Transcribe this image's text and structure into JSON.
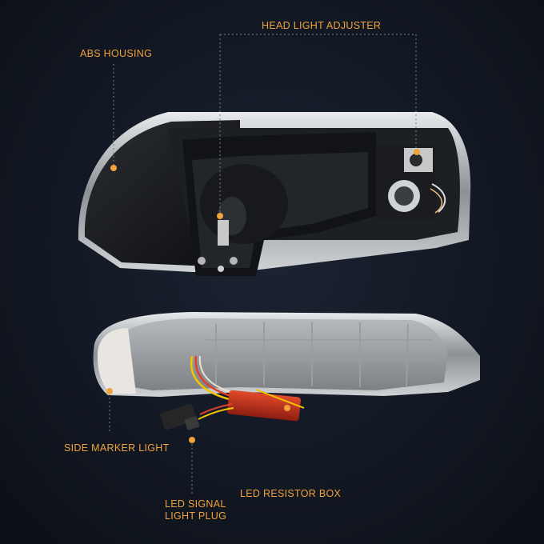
{
  "callouts": {
    "abs_housing": "ABS HOUSING",
    "head_light_adjuster": "HEAD LIGHT ADJUSTER",
    "side_marker_light": "SIDE MARKER LIGHT",
    "led_resistor_box": "LED RESISTOR BOX",
    "led_signal_line1": "LED SIGNAL",
    "led_signal_line2": "LIGHT PLUG"
  },
  "colors": {
    "accent": "#f0a23c",
    "background": "#121823"
  }
}
